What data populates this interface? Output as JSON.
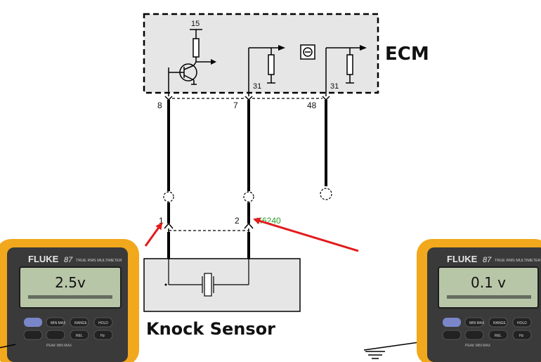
{
  "ecm": {
    "label": "ECM",
    "supply_pin": "15",
    "ground_a": "31",
    "ground_b": "31"
  },
  "pins": {
    "p8": "8",
    "p7": "7",
    "p48": "48"
  },
  "connector": {
    "pin1": "1",
    "pin2": "2",
    "name": "X6240"
  },
  "sensor": {
    "label": "Knock Sensor"
  },
  "meters": {
    "left": {
      "brand": "FLUKE",
      "model": "87",
      "subtitle": "TRUE RMS MULTIMETER",
      "reading": "2.5v"
    },
    "right": {
      "brand": "FLUKE",
      "model": "87",
      "subtitle": "TRUE RMS MULTIMETER",
      "reading": "0.1 v"
    }
  },
  "meter_buttons": {
    "b1": "MIN MAX",
    "b2": "RANGE",
    "b3": "HOLD",
    "b4": "",
    "b5": "REL",
    "b6": "Hz",
    "small": "PEAK MIN MAX"
  },
  "colors": {
    "ecm_fill": "#e6e6e6",
    "wire": "#000000",
    "arrow": "#e21b1b",
    "connector_text": "#2a9d2a",
    "meter_body": "#f2a81c",
    "meter_face": "#3a3a3a",
    "lcd": "#b8c6a8"
  }
}
